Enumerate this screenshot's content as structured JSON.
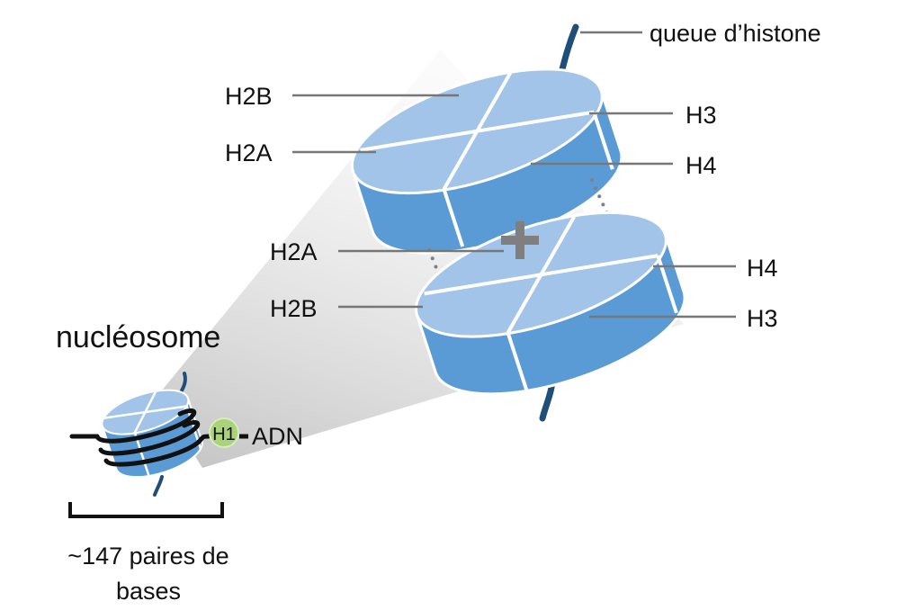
{
  "labels": {
    "histone_tail": "queue d’histone",
    "top_h2b": "H2B",
    "top_h2a": "H2A",
    "top_h3": "H3",
    "top_h4": "H4",
    "bottom_h2a": "H2A",
    "bottom_h2b": "H2B",
    "bottom_h4": "H4",
    "bottom_h3": "H3",
    "nucleosome": "nucléosome",
    "h1": "H1",
    "dna": "ADN",
    "base_pairs_line1": "~147 paires de",
    "base_pairs_line2": "bases"
  },
  "colors": {
    "disk_top": "#a1c4e8",
    "disk_side": "#5b9bd5",
    "disk_outline": "#ffffff",
    "histone_tail": "#1f4e79",
    "h1": "#a9d27a",
    "plus": "#7f7f7f",
    "dna": "#111111"
  }
}
